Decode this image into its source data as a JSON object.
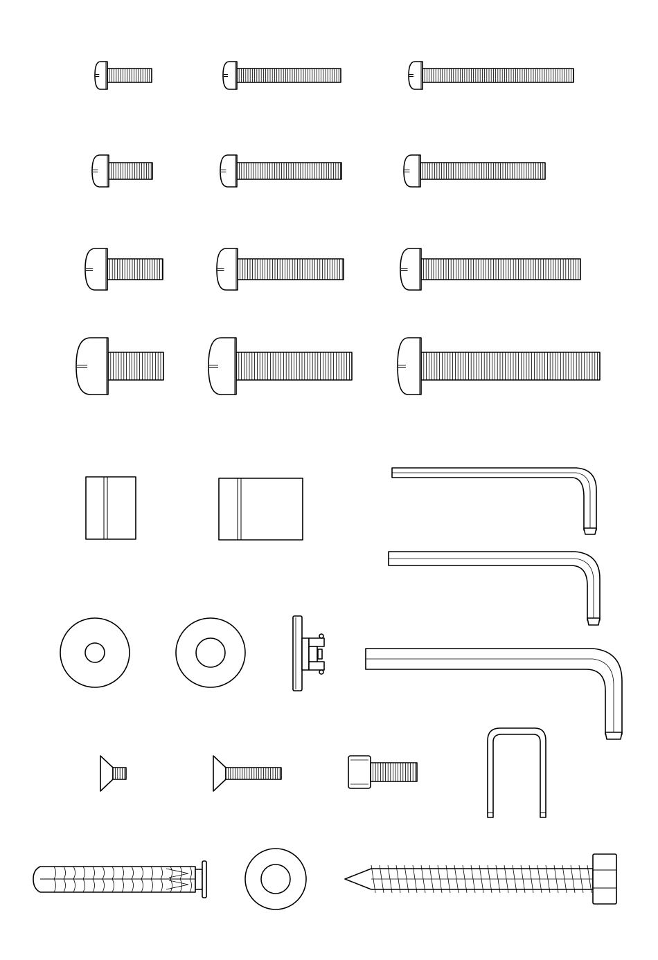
{
  "sheet": {
    "background": "#ffffff",
    "line_color": "#000000"
  },
  "parts": {
    "rows": [
      {
        "group": "machine-screws",
        "kind": "pan-head-screw",
        "count": 3
      },
      {
        "group": "machine-screws",
        "kind": "pan-head-screw",
        "count": 3
      },
      {
        "group": "machine-screws",
        "kind": "pan-head-screw",
        "count": 3
      },
      {
        "group": "machine-screws",
        "kind": "pan-head-screw",
        "count": 3
      },
      {
        "group": "spacers",
        "kind": "spacer-sleeve",
        "count": 2
      },
      {
        "group": "allen-keys",
        "kind": "hex-key",
        "count": 3
      },
      {
        "group": "washers-and-clip",
        "kind": "washer",
        "count": 2
      },
      {
        "group": "washers-and-clip",
        "kind": "locking-clip",
        "count": 1
      },
      {
        "group": "small-fasteners",
        "kind": "countersunk-screw",
        "count": 2
      },
      {
        "group": "small-fasteners",
        "kind": "socket-cap-screw",
        "count": 1
      },
      {
        "group": "small-fasteners",
        "kind": "u-bracket",
        "count": 1
      },
      {
        "group": "wall-anchors",
        "kind": "wall-plug",
        "count": 1
      },
      {
        "group": "wall-anchors",
        "kind": "washer",
        "count": 1
      },
      {
        "group": "wall-anchors",
        "kind": "hex-lag-bolt",
        "count": 1
      }
    ]
  }
}
